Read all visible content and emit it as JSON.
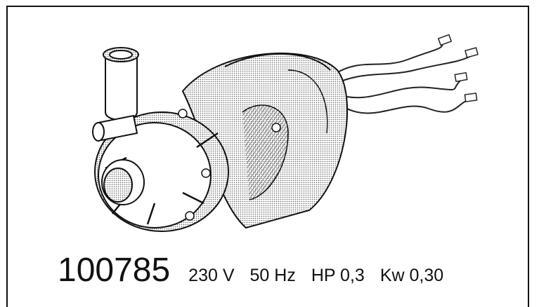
{
  "product": {
    "code": "100785",
    "specs": {
      "voltage": "230 V",
      "frequency": "50 Hz",
      "horsepower": "HP 0,3",
      "power": "Kw 0,30"
    }
  },
  "illustration": {
    "subject_icon": "pump-motor-icon"
  }
}
